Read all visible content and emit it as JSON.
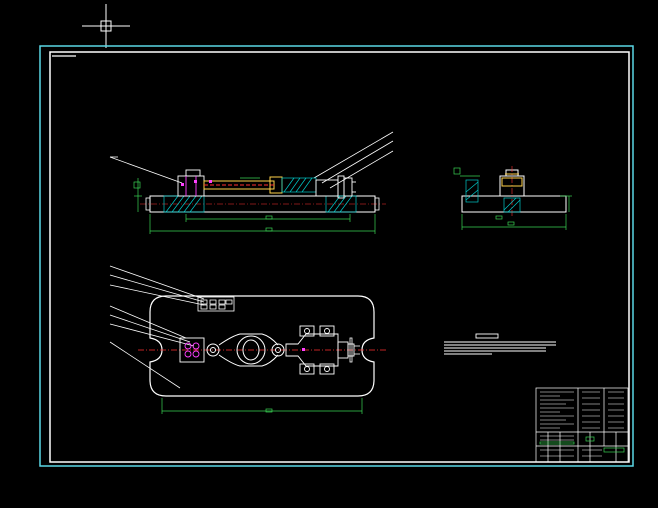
{
  "drawing": {
    "background_color": "#000000",
    "outer_frame_color": "#5ad7e6",
    "inner_frame_color": "#ffffff",
    "outline_color": "#ffffff",
    "dimension_color": "#39d353",
    "centerline_color": "#ff3030",
    "hatch_color": "#00c8c8",
    "highlight_color": "#ffd24a",
    "accent_color": "#ff40ff",
    "cursor_color": "#ffffff"
  },
  "views": [
    {
      "name": "front-view"
    },
    {
      "name": "side-view"
    },
    {
      "name": "top-view"
    }
  ],
  "icons": {
    "cursor": "crosshair-cursor-icon"
  }
}
